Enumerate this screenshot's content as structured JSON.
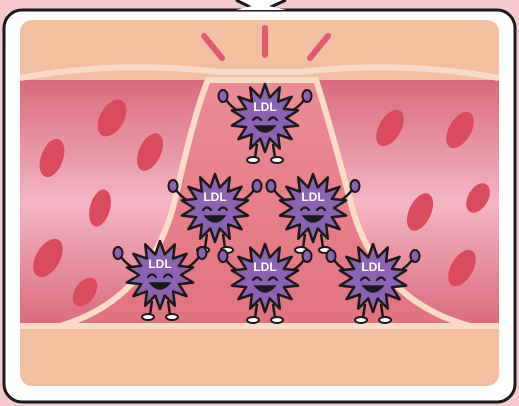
{
  "illustration": {
    "germ_label": "LDL",
    "germs": [
      {
        "label": "LDL"
      },
      {
        "label": "LDL"
      },
      {
        "label": "LDL"
      },
      {
        "label": "LDL"
      },
      {
        "label": "LDL"
      },
      {
        "label": "LDL"
      }
    ],
    "colors": {
      "background_pink": "#f6c9cf",
      "panel_border": "#1a1a1a",
      "vessel_wall": "#f2bfa1",
      "vessel_interior": "#e47f89",
      "plaque": "#e9818b",
      "blood_cell": "#d94b5d",
      "germ_purple": "#8c63b3",
      "alert_mark": "#de5b72"
    },
    "icons": [
      "speech-bubble-tail",
      "alert-marks-icon",
      "red-blood-cell-icon",
      "ldl-germ-icon"
    ]
  }
}
